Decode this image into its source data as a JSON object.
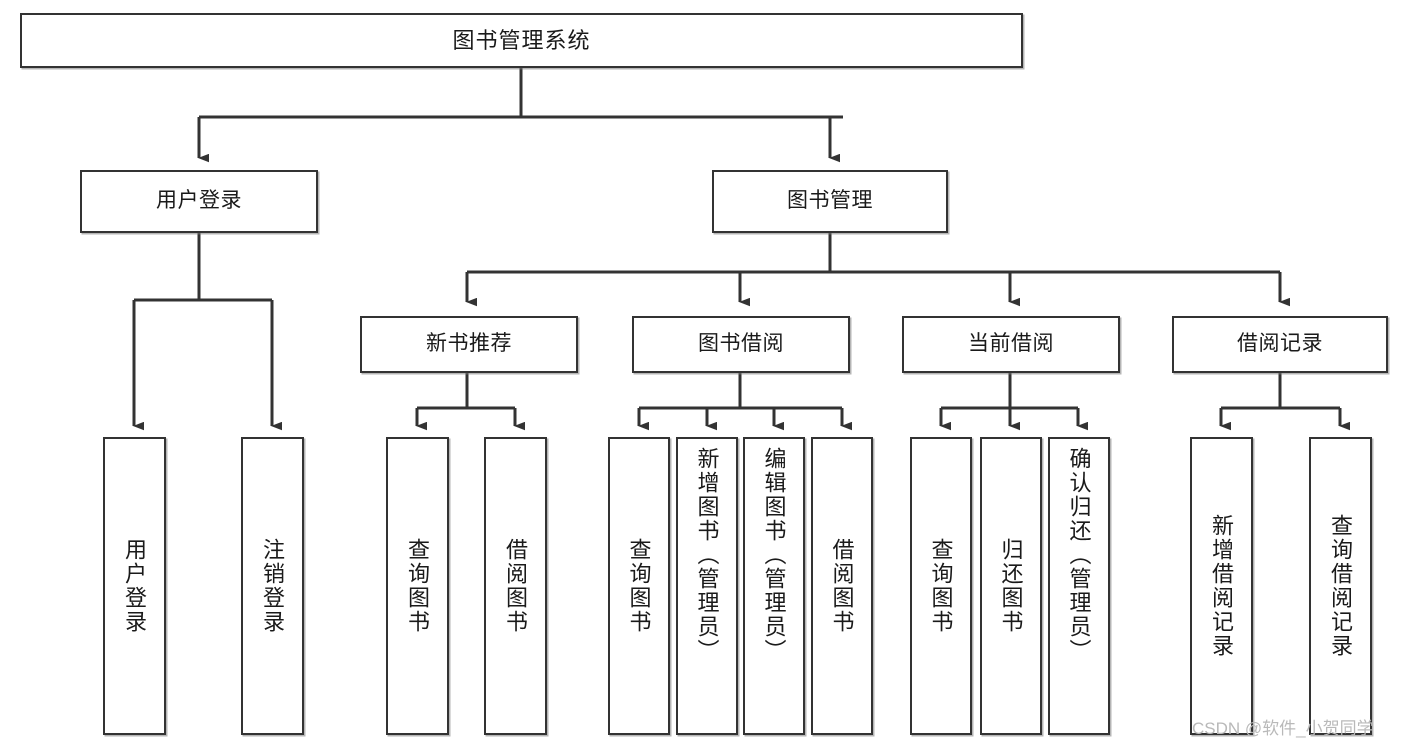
{
  "diagram": {
    "type": "tree-hierarchy",
    "title": "图书管理系统",
    "watermark": "CSDN @软件_小贺同学",
    "colors": {
      "stroke": "#333333",
      "fill": "#ffffff",
      "watermark": "#b9b9b9"
    },
    "root": {
      "label": "图书管理系统"
    },
    "level2": [
      {
        "label": "用户登录"
      },
      {
        "label": "图书管理"
      }
    ],
    "level3": [
      {
        "label": "新书推荐"
      },
      {
        "label": "图书借阅"
      },
      {
        "label": "当前借阅"
      },
      {
        "label": "借阅记录"
      }
    ],
    "leaves": {
      "user_login": [
        {
          "label": "用户登录"
        },
        {
          "label": "注销登录"
        }
      ],
      "new_book": [
        {
          "label": "查询图书"
        },
        {
          "label": "借阅图书"
        }
      ],
      "borrow": [
        {
          "label": "查询图书"
        },
        {
          "label": "新增图书（管理员）"
        },
        {
          "label": "编辑图书（管理员）"
        },
        {
          "label": "借阅图书"
        }
      ],
      "current": [
        {
          "label": "查询图书"
        },
        {
          "label": "归还图书"
        },
        {
          "label": "确认归还（管理员）"
        }
      ],
      "records": [
        {
          "label": "新增借阅记录"
        },
        {
          "label": "查询借阅记录"
        }
      ]
    }
  }
}
